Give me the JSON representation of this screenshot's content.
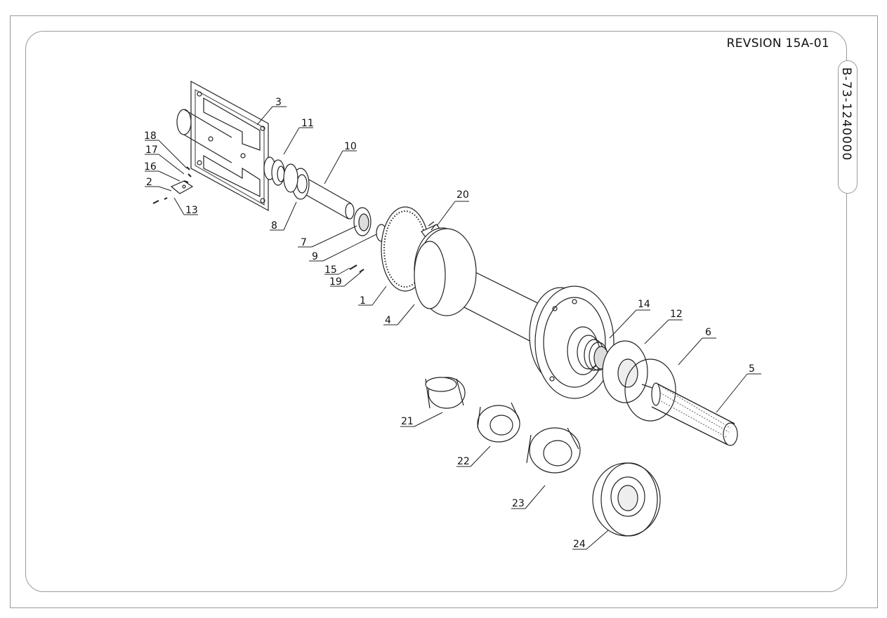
{
  "revision": "REVSION 15A-01",
  "drawing_number": "B-73-1240000",
  "callouts": [
    "1",
    "2",
    "3",
    "4",
    "5",
    "6",
    "7",
    "8",
    "9",
    "10",
    "11",
    "12",
    "13",
    "14",
    "15",
    "16",
    "17",
    "18",
    "19",
    "20",
    "21",
    "22",
    "23",
    "24"
  ]
}
